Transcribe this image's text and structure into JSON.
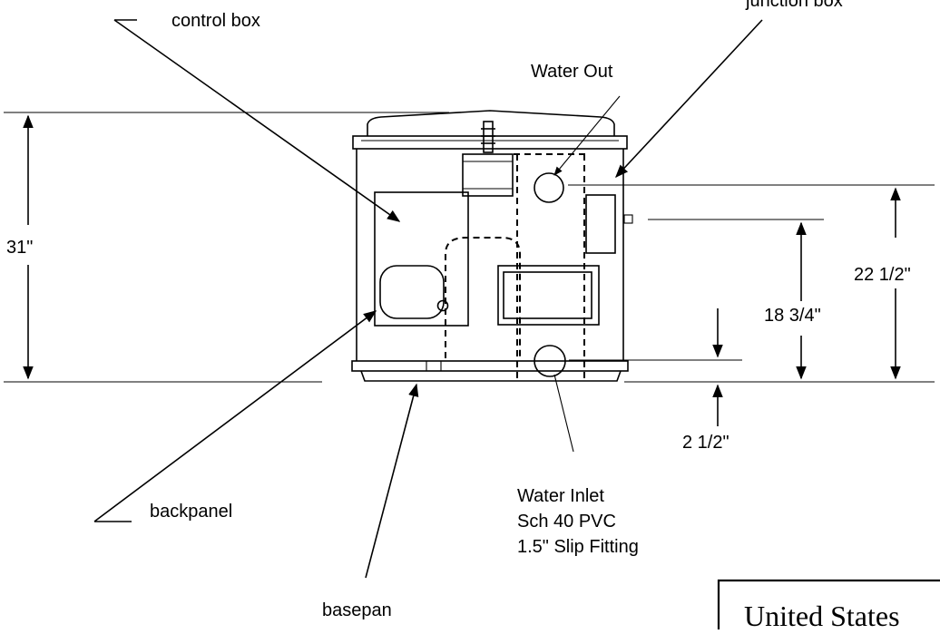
{
  "labels": {
    "control_box": "control box",
    "junction_box": "junction box",
    "water_out": "Water Out",
    "backpanel": "backpanel",
    "basepan": "basepan",
    "water_inlet_line1": "Water Inlet",
    "water_inlet_line2": "Sch 40 PVC",
    "water_inlet_line3": "1.5\" Slip Fitting"
  },
  "dimensions": {
    "overall_height": "31\"",
    "water_out_height": "22 1/2\"",
    "junction_height": "18 3/4\"",
    "water_inlet_height": "2 1/2\""
  },
  "stamp": {
    "text": "United States"
  }
}
